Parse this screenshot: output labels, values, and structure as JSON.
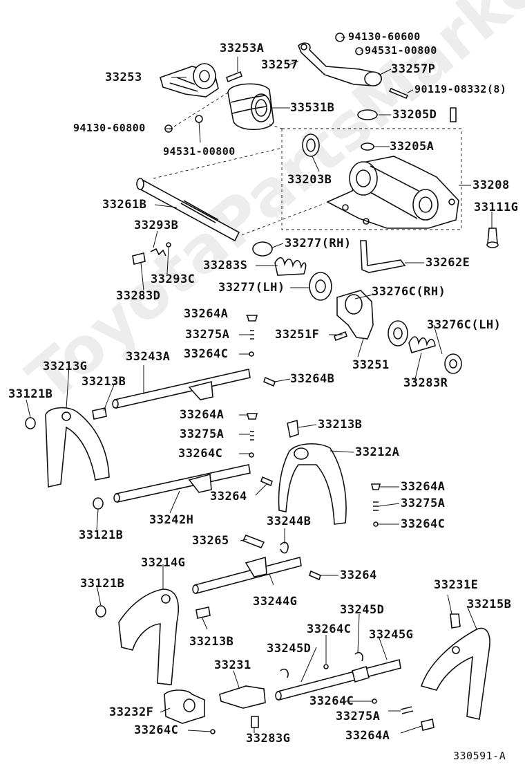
{
  "watermark": "ToyotaPartsMarket.ru",
  "figure_code": "330591-A",
  "labels": {
    "p33253A": "33253A",
    "p33253": "33253",
    "p94130_60600": "94130-60600",
    "p94531_00800a": "94531-00800",
    "p33257": "33257",
    "p33257P": "33257P",
    "p90119": "90119-08332(8)",
    "p33531B": "33531B",
    "p33205D": "33205D",
    "p94130_60800": "94130-60800",
    "p94531_00800b": "94531-00800",
    "p33205A": "33205A",
    "p33203B": "33203B",
    "p33208": "33208",
    "p33261B": "33261B",
    "p33111G": "33111G",
    "p33293B": "33293B",
    "p33277RH": "33277(RH)",
    "p33283S": "33283S",
    "p33262E": "33262E",
    "p33293C": "33293C",
    "p33277LH": "33277(LH)",
    "p33283D": "33283D",
    "p33276CRH": "33276C(RH)",
    "p33264A_1": "33264A",
    "p33251F": "33251F",
    "p33276CLH": "33276C(LH)",
    "p33275A_1": "33275A",
    "p33264C_1": "33264C",
    "p33251": "33251",
    "p33213G": "33213G",
    "p33243A": "33243A",
    "p33213B_1": "33213B",
    "p33264B_1": "33264B",
    "p33283R": "33283R",
    "p33121B_1": "33121B",
    "p33264A_2": "33264A",
    "p33213B_2": "33213B",
    "p33275A_2": "33275A",
    "p33212A": "33212A",
    "p33264C_2": "33264C",
    "p33264A_3": "33264A",
    "p33264_1": "33264",
    "p33275A_3": "33275A",
    "p33242H": "33242H",
    "p33264C_3": "33264C",
    "p33121B_2": "33121B",
    "p33265": "33265",
    "p33244B": "33244B",
    "p33214G": "33214G",
    "p33264_2": "33264",
    "p33121B_3": "33121B",
    "p33231E": "33231E",
    "p33244G": "33244G",
    "p33215B": "33215B",
    "p33245D_1": "33245D",
    "p33213B_3": "33213B",
    "p33264C_4": "33264C",
    "p33245G": "33245G",
    "p33245D_2": "33245D",
    "p33231": "33231",
    "p33232F": "33232F",
    "p33264C_5": "33264C",
    "p33275A_4": "33275A",
    "p33264C_6": "33264C",
    "p33283G": "33283G",
    "p33264A_4": "33264A"
  }
}
